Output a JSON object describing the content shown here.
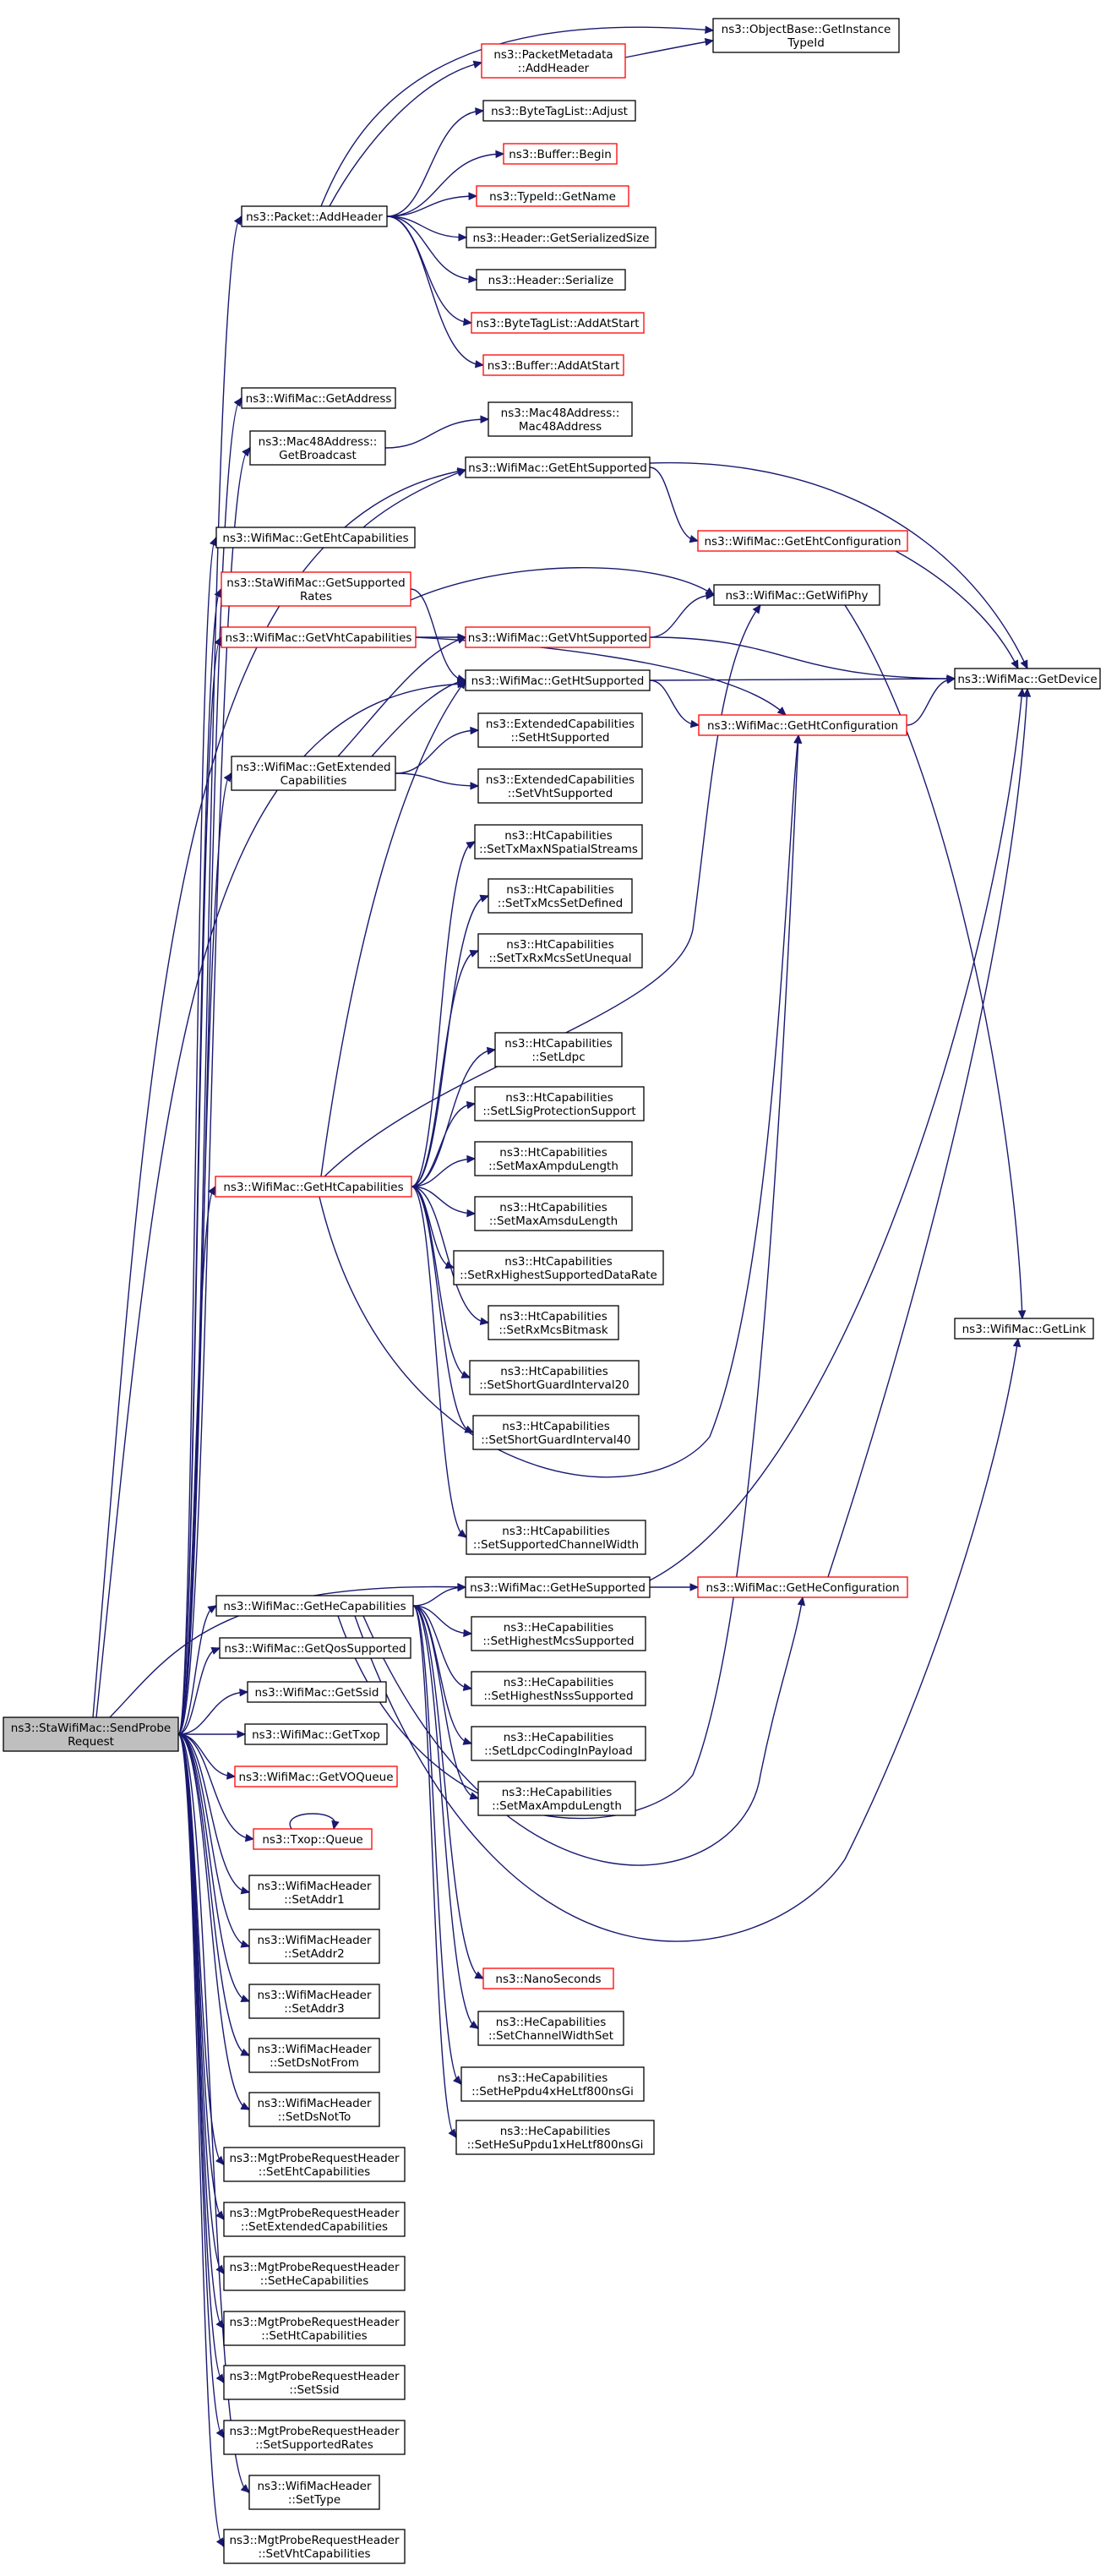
{
  "nodes": [
    {
      "id": "root",
      "lines": [
        "ns3::StaWifiMac::SendProbe",
        "Request"
      ],
      "style": "root"
    },
    {
      "id": "addHeader",
      "lines": [
        "ns3::Packet::AddHeader"
      ]
    },
    {
      "id": "getAddress",
      "lines": [
        "ns3::WifiMac::GetAddress"
      ]
    },
    {
      "id": "getBroadcast",
      "lines": [
        "ns3::Mac48Address::",
        "GetBroadcast"
      ]
    },
    {
      "id": "getEhtCaps",
      "lines": [
        "ns3::WifiMac::GetEhtCapabilities"
      ]
    },
    {
      "id": "getSuppRates",
      "lines": [
        "ns3::StaWifiMac::GetSupported",
        "Rates"
      ],
      "style": "red"
    },
    {
      "id": "getVhtCaps",
      "lines": [
        "ns3::WifiMac::GetVhtCapabilities"
      ],
      "style": "red"
    },
    {
      "id": "getExtCaps",
      "lines": [
        "ns3::WifiMac::GetExtended",
        "Capabilities"
      ]
    },
    {
      "id": "getHtCaps",
      "lines": [
        "ns3::WifiMac::GetHtCapabilities"
      ],
      "style": "red"
    },
    {
      "id": "getHeCaps",
      "lines": [
        "ns3::WifiMac::GetHeCapabilities"
      ]
    },
    {
      "id": "getQos",
      "lines": [
        "ns3::WifiMac::GetQosSupported"
      ]
    },
    {
      "id": "getSsid",
      "lines": [
        "ns3::WifiMac::GetSsid"
      ]
    },
    {
      "id": "getTxop",
      "lines": [
        "ns3::WifiMac::GetTxop"
      ]
    },
    {
      "id": "getVOQueue",
      "lines": [
        "ns3::WifiMac::GetVOQueue"
      ],
      "style": "red"
    },
    {
      "id": "txopQueue",
      "lines": [
        "ns3::Txop::Queue"
      ],
      "style": "red"
    },
    {
      "id": "setAddr1",
      "lines": [
        "ns3::WifiMacHeader",
        "::SetAddr1"
      ]
    },
    {
      "id": "setAddr2",
      "lines": [
        "ns3::WifiMacHeader",
        "::SetAddr2"
      ]
    },
    {
      "id": "setAddr3",
      "lines": [
        "ns3::WifiMacHeader",
        "::SetAddr3"
      ]
    },
    {
      "id": "setDsNotFrom",
      "lines": [
        "ns3::WifiMacHeader",
        "::SetDsNotFrom"
      ]
    },
    {
      "id": "setDsNotTo",
      "lines": [
        "ns3::WifiMacHeader",
        "::SetDsNotTo"
      ]
    },
    {
      "id": "mprEht",
      "lines": [
        "ns3::MgtProbeRequestHeader",
        "::SetEhtCapabilities"
      ]
    },
    {
      "id": "mprExt",
      "lines": [
        "ns3::MgtProbeRequestHeader",
        "::SetExtendedCapabilities"
      ]
    },
    {
      "id": "mprHe",
      "lines": [
        "ns3::MgtProbeRequestHeader",
        "::SetHeCapabilities"
      ]
    },
    {
      "id": "mprHt",
      "lines": [
        "ns3::MgtProbeRequestHeader",
        "::SetHtCapabilities"
      ]
    },
    {
      "id": "mprSsid",
      "lines": [
        "ns3::MgtProbeRequestHeader",
        "::SetSsid"
      ]
    },
    {
      "id": "mprRates",
      "lines": [
        "ns3::MgtProbeRequestHeader",
        "::SetSupportedRates"
      ]
    },
    {
      "id": "setType",
      "lines": [
        "ns3::WifiMacHeader",
        "::SetType"
      ]
    },
    {
      "id": "mprVht",
      "lines": [
        "ns3::MgtProbeRequestHeader",
        "::SetVhtCapabilities"
      ]
    },
    {
      "id": "pmAddHeader",
      "lines": [
        "ns3::PacketMetadata",
        "::AddHeader"
      ],
      "style": "red"
    },
    {
      "id": "objGetTid",
      "lines": [
        "ns3::ObjectBase::GetInstance",
        "TypeId"
      ]
    },
    {
      "id": "btlAdjust",
      "lines": [
        "ns3::ByteTagList::Adjust"
      ]
    },
    {
      "id": "bufBegin",
      "lines": [
        "ns3::Buffer::Begin"
      ],
      "style": "red"
    },
    {
      "id": "tidGetName",
      "lines": [
        "ns3::TypeId::GetName"
      ],
      "style": "red"
    },
    {
      "id": "hdrGetSize",
      "lines": [
        "ns3::Header::GetSerializedSize"
      ]
    },
    {
      "id": "hdrSerialize",
      "lines": [
        "ns3::Header::Serialize"
      ]
    },
    {
      "id": "btlAddAtStart",
      "lines": [
        "ns3::ByteTagList::AddAtStart"
      ],
      "style": "red"
    },
    {
      "id": "bufAddAtStart",
      "lines": [
        "ns3::Buffer::AddAtStart"
      ],
      "style": "red"
    },
    {
      "id": "macCtor",
      "lines": [
        "ns3::Mac48Address::",
        "Mac48Address"
      ]
    },
    {
      "id": "getEhtSupp",
      "lines": [
        "ns3::WifiMac::GetEhtSupported"
      ]
    },
    {
      "id": "getVhtSupp",
      "lines": [
        "ns3::WifiMac::GetVhtSupported"
      ],
      "style": "red"
    },
    {
      "id": "getHtSupp",
      "lines": [
        "ns3::WifiMac::GetHtSupported"
      ]
    },
    {
      "id": "extSetHt",
      "lines": [
        "ns3::ExtendedCapabilities",
        "::SetHtSupported"
      ]
    },
    {
      "id": "extSetVht",
      "lines": [
        "ns3::ExtendedCapabilities",
        "::SetVhtSupported"
      ]
    },
    {
      "id": "htTxMaxNss",
      "lines": [
        "ns3::HtCapabilities",
        "::SetTxMaxNSpatialStreams"
      ]
    },
    {
      "id": "htTxMcsDef",
      "lines": [
        "ns3::HtCapabilities",
        "::SetTxMcsSetDefined"
      ]
    },
    {
      "id": "htTxRxUneq",
      "lines": [
        "ns3::HtCapabilities",
        "::SetTxRxMcsSetUnequal"
      ]
    },
    {
      "id": "htLdpc",
      "lines": [
        "ns3::HtCapabilities",
        "::SetLdpc"
      ]
    },
    {
      "id": "htLsig",
      "lines": [
        "ns3::HtCapabilities",
        "::SetLSigProtectionSupport"
      ]
    },
    {
      "id": "htAmpdu",
      "lines": [
        "ns3::HtCapabilities",
        "::SetMaxAmpduLength"
      ]
    },
    {
      "id": "htAmsdu",
      "lines": [
        "ns3::HtCapabilities",
        "::SetMaxAmsduLength"
      ]
    },
    {
      "id": "htRxHigh",
      "lines": [
        "ns3::HtCapabilities",
        "::SetRxHighestSupportedDataRate"
      ]
    },
    {
      "id": "htRxMcs",
      "lines": [
        "ns3::HtCapabilities",
        "::SetRxMcsBitmask"
      ]
    },
    {
      "id": "htSgi20",
      "lines": [
        "ns3::HtCapabilities",
        "::SetShortGuardInterval20"
      ]
    },
    {
      "id": "htSgi40",
      "lines": [
        "ns3::HtCapabilities",
        "::SetShortGuardInterval40"
      ]
    },
    {
      "id": "htChWidth",
      "lines": [
        "ns3::HtCapabilities",
        "::SetSupportedChannelWidth"
      ]
    },
    {
      "id": "getHeSupp",
      "lines": [
        "ns3::WifiMac::GetHeSupported"
      ]
    },
    {
      "id": "heMcs",
      "lines": [
        "ns3::HeCapabilities",
        "::SetHighestMcsSupported"
      ]
    },
    {
      "id": "heNss",
      "lines": [
        "ns3::HeCapabilities",
        "::SetHighestNssSupported"
      ]
    },
    {
      "id": "heLdpc",
      "lines": [
        "ns3::HeCapabilities",
        "::SetLdpcCodingInPayload"
      ]
    },
    {
      "id": "heAmpdu",
      "lines": [
        "ns3::HeCapabilities",
        "::SetMaxAmpduLength"
      ]
    },
    {
      "id": "nanoSec",
      "lines": [
        "ns3::NanoSeconds"
      ],
      "style": "red"
    },
    {
      "id": "heChWidth",
      "lines": [
        "ns3::HeCapabilities",
        "::SetChannelWidthSet"
      ]
    },
    {
      "id": "hePpdu4x",
      "lines": [
        "ns3::HeCapabilities",
        "::SetHePpdu4xHeLtf800nsGi"
      ]
    },
    {
      "id": "heSuPpdu1x",
      "lines": [
        "ns3::HeCapabilities",
        "::SetHeSuPpdu1xHeLtf800nsGi"
      ]
    },
    {
      "id": "getEhtConf",
      "lines": [
        "ns3::WifiMac::GetEhtConfiguration"
      ],
      "style": "red"
    },
    {
      "id": "getWifiPhy",
      "lines": [
        "ns3::WifiMac::GetWifiPhy"
      ]
    },
    {
      "id": "getHtConf",
      "lines": [
        "ns3::WifiMac::GetHtConfiguration"
      ],
      "style": "red"
    },
    {
      "id": "getHeConf",
      "lines": [
        "ns3::WifiMac::GetHeConfiguration"
      ],
      "style": "red"
    },
    {
      "id": "getDevice",
      "lines": [
        "ns3::WifiMac::GetDevice"
      ]
    },
    {
      "id": "getLink",
      "lines": [
        "ns3::WifiMac::GetLink"
      ]
    }
  ],
  "edges": [
    [
      "root",
      "addHeader"
    ],
    [
      "root",
      "getAddress"
    ],
    [
      "root",
      "getBroadcast"
    ],
    [
      "root",
      "getEhtSupp"
    ],
    [
      "root",
      "getEhtCaps"
    ],
    [
      "root",
      "getSuppRates"
    ],
    [
      "root",
      "getVhtCaps"
    ],
    [
      "root",
      "getHtSupp"
    ],
    [
      "root",
      "getExtCaps"
    ],
    [
      "root",
      "getHtCaps"
    ],
    [
      "root",
      "getHeSupp"
    ],
    [
      "root",
      "getHeCaps"
    ],
    [
      "root",
      "getQos"
    ],
    [
      "root",
      "getSsid"
    ],
    [
      "root",
      "getTxop"
    ],
    [
      "root",
      "getVOQueue"
    ],
    [
      "root",
      "txopQueue"
    ],
    [
      "root",
      "setAddr1"
    ],
    [
      "root",
      "setAddr2"
    ],
    [
      "root",
      "setAddr3"
    ],
    [
      "root",
      "setDsNotFrom"
    ],
    [
      "root",
      "setDsNotTo"
    ],
    [
      "root",
      "mprEht"
    ],
    [
      "root",
      "mprExt"
    ],
    [
      "root",
      "mprHe"
    ],
    [
      "root",
      "mprHt"
    ],
    [
      "root",
      "mprSsid"
    ],
    [
      "root",
      "mprRates"
    ],
    [
      "root",
      "setType"
    ],
    [
      "root",
      "mprVht"
    ],
    [
      "addHeader",
      "pmAddHeader"
    ],
    [
      "addHeader",
      "objGetTid"
    ],
    [
      "addHeader",
      "btlAdjust"
    ],
    [
      "addHeader",
      "bufBegin"
    ],
    [
      "addHeader",
      "tidGetName"
    ],
    [
      "addHeader",
      "hdrGetSize"
    ],
    [
      "addHeader",
      "hdrSerialize"
    ],
    [
      "addHeader",
      "btlAddAtStart"
    ],
    [
      "addHeader",
      "bufAddAtStart"
    ],
    [
      "pmAddHeader",
      "objGetTid"
    ],
    [
      "getBroadcast",
      "macCtor"
    ],
    [
      "getEhtCaps",
      "getEhtSupp"
    ],
    [
      "getEhtSupp",
      "getDevice"
    ],
    [
      "getEhtSupp",
      "getEhtConf"
    ],
    [
      "getEhtConf",
      "getDevice"
    ],
    [
      "getSuppRates",
      "getHtSupp"
    ],
    [
      "getSuppRates",
      "getWifiPhy"
    ],
    [
      "getVhtCaps",
      "getVhtSupp"
    ],
    [
      "getVhtCaps",
      "getHtConf"
    ],
    [
      "getVhtSupp",
      "getWifiPhy"
    ],
    [
      "getVhtSupp",
      "getDevice"
    ],
    [
      "getHtSupp",
      "getDevice"
    ],
    [
      "getHtSupp",
      "getHtConf"
    ],
    [
      "getHtConf",
      "getDevice"
    ],
    [
      "getWifiPhy",
      "getLink"
    ],
    [
      "getExtCaps",
      "getHtSupp"
    ],
    [
      "getExtCaps",
      "getVhtSupp"
    ],
    [
      "getExtCaps",
      "extSetHt"
    ],
    [
      "getExtCaps",
      "extSetVht"
    ],
    [
      "getHtCaps",
      "getHtSupp"
    ],
    [
      "getHtCaps",
      "getWifiPhy"
    ],
    [
      "getHtCaps",
      "getHtConf"
    ],
    [
      "getHtCaps",
      "htTxMaxNss"
    ],
    [
      "getHtCaps",
      "htTxMcsDef"
    ],
    [
      "getHtCaps",
      "htTxRxUneq"
    ],
    [
      "getHtCaps",
      "htLdpc"
    ],
    [
      "getHtCaps",
      "htLsig"
    ],
    [
      "getHtCaps",
      "htAmpdu"
    ],
    [
      "getHtCaps",
      "htAmsdu"
    ],
    [
      "getHtCaps",
      "htRxHigh"
    ],
    [
      "getHtCaps",
      "htRxMcs"
    ],
    [
      "getHtCaps",
      "htSgi20"
    ],
    [
      "getHtCaps",
      "htSgi40"
    ],
    [
      "getHtCaps",
      "htChWidth"
    ],
    [
      "getHeCaps",
      "getHeSupp"
    ],
    [
      "getHeCaps",
      "heMcs"
    ],
    [
      "getHeCaps",
      "heNss"
    ],
    [
      "getHeCaps",
      "heLdpc"
    ],
    [
      "getHeCaps",
      "heAmpdu"
    ],
    [
      "getHeCaps",
      "nanoSec"
    ],
    [
      "getHeCaps",
      "heChWidth"
    ],
    [
      "getHeCaps",
      "hePpdu4x"
    ],
    [
      "getHeCaps",
      "heSuPpdu1x"
    ],
    [
      "getHeCaps",
      "getHtConf"
    ],
    [
      "getHeCaps",
      "getHeConf"
    ],
    [
      "getHeCaps",
      "getLink"
    ],
    [
      "getHeSupp",
      "getHeConf"
    ],
    [
      "getHeSupp",
      "getDevice"
    ],
    [
      "getHeConf",
      "getDevice"
    ],
    [
      "txopQueue",
      "txopQueue"
    ]
  ]
}
